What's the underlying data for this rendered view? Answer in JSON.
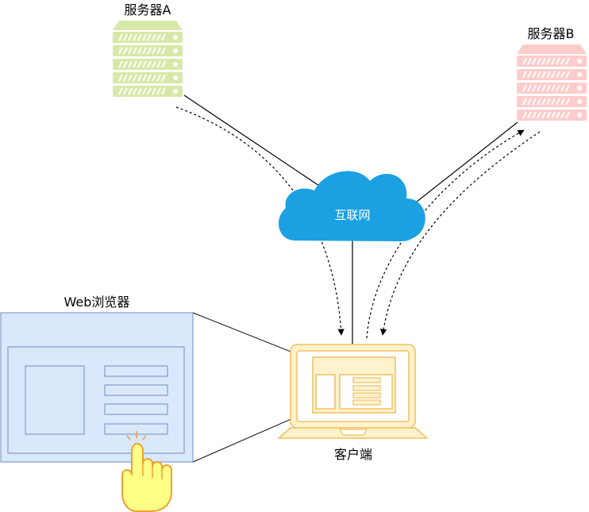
{
  "nodes": {
    "server_a": {
      "label": "服务器A",
      "color": "#d7e9a8",
      "stripe": "#ffffff"
    },
    "server_b": {
      "label": "服务器B",
      "color": "#ffcccc",
      "stripe": "#ffffff"
    },
    "internet": {
      "label": "互联网",
      "color": "#1ba1e2"
    },
    "client": {
      "label": "客户端",
      "color": "#fff2cc",
      "stroke": "#f0c060"
    },
    "browser": {
      "label": "Web浏览器",
      "color": "#dae8fc",
      "stroke": "#6c8ebf"
    }
  },
  "hand_icon": "pointing-hand-icon"
}
